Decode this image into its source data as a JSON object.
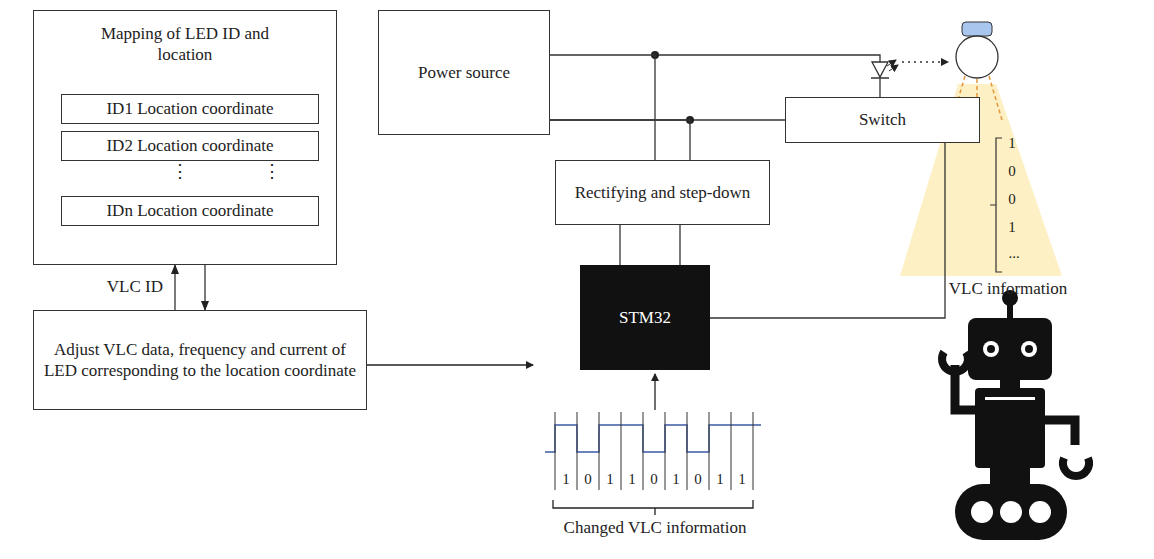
{
  "diagram": {
    "nodes": [
      {
        "text": [
          "Mapping of LED ID and location"
        ]
      },
      {
        "text": [
          "ID1 Location coordinate"
        ],
        "in": 0
      },
      {
        "text": [
          "ID2 Location coordinate"
        ],
        "in": 0
      },
      {
        "text": [
          "IDn Location coordinate"
        ],
        "in": 0
      },
      {
        "text": [
          "Power source"
        ]
      },
      {
        "text": [
          "Switch"
        ]
      },
      {
        "text": [
          "Rectifying and step-down"
        ]
      },
      {
        "text": [
          "STM32"
        ]
      },
      {
        "text": [
          "Adjust VLC data, frequency and current of LED corresponding to the location coordinate"
        ]
      }
    ],
    "edges": [
      {
        "from": 8,
        "to": 0,
        "arrow": "to",
        "label": "VLC ID"
      },
      {
        "from": 0,
        "to": 8,
        "arrow": "to"
      },
      {
        "from": 4,
        "to": 5,
        "arrow": "none"
      },
      {
        "from": 4,
        "to": 6,
        "arrow": "none"
      },
      {
        "from": 4,
        "to": 6,
        "arrow": "none"
      },
      {
        "from": 6,
        "to": 7,
        "arrow": "none"
      },
      {
        "from": 6,
        "to": 7,
        "arrow": "none"
      },
      {
        "from": 7,
        "to": 5,
        "arrow": "none"
      }
    ],
    "labels": [
      "⋮",
      "⋮",
      "1",
      "0",
      "1",
      "1",
      "0",
      "1",
      "0",
      "1",
      "1",
      "Changed VLC information",
      "1",
      "0",
      "0",
      "1",
      "...",
      "VLC information"
    ]
  }
}
